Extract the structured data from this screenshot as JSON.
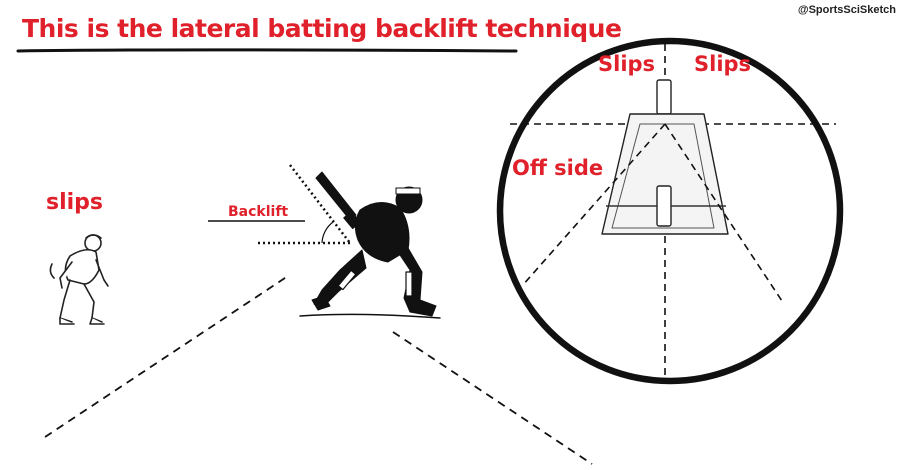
{
  "title": "This is the lateral batting backlift technique",
  "handle": "@SportsSciSketch",
  "labels": {
    "slips_left": "slips",
    "backlift": "Backlift",
    "slips_circle_left": "Slips",
    "slips_circle_right": "Slips",
    "off_side": "Off side"
  },
  "colors": {
    "accent": "#e0202a",
    "ink": "#111111"
  },
  "figures": {
    "fielder": "slip-fielder-crouching",
    "batter": "batter-lateral-backlift",
    "stumps": "stumps-bails"
  }
}
